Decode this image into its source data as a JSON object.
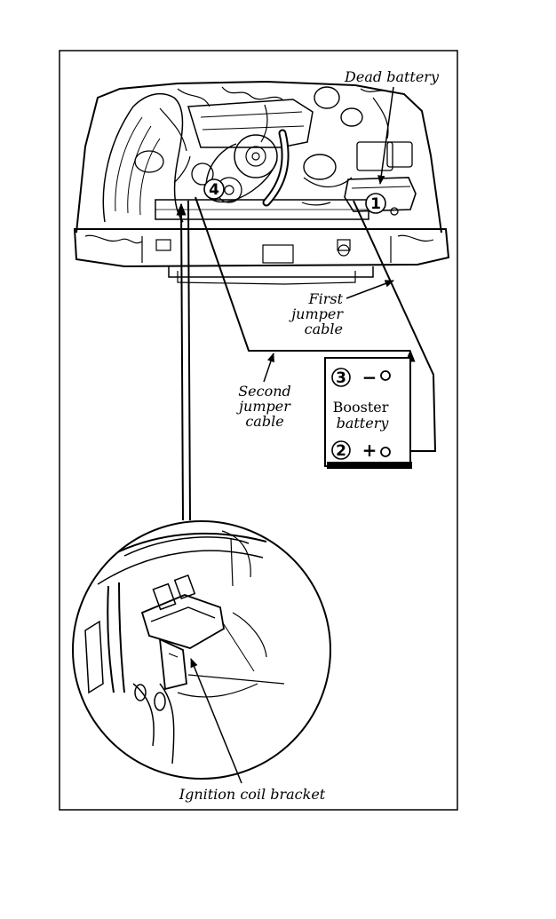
{
  "labels": {
    "dead_battery": "Dead battery",
    "first_cable": [
      "First",
      "jumper",
      "cable"
    ],
    "second_cable": [
      "Second",
      "jumper",
      "cable"
    ],
    "ignition_coil_bracket": "Ignition coil bracket"
  },
  "booster": {
    "title": [
      "Booster",
      "battery"
    ],
    "negative_symbol": "−",
    "positive_symbol": "+",
    "negative_step": "3",
    "positive_step": "2"
  },
  "steps": {
    "dead_battery_positive": "1",
    "engine_ground": "4"
  },
  "colors": {
    "ink": "#000000",
    "paper": "#ffffff"
  }
}
